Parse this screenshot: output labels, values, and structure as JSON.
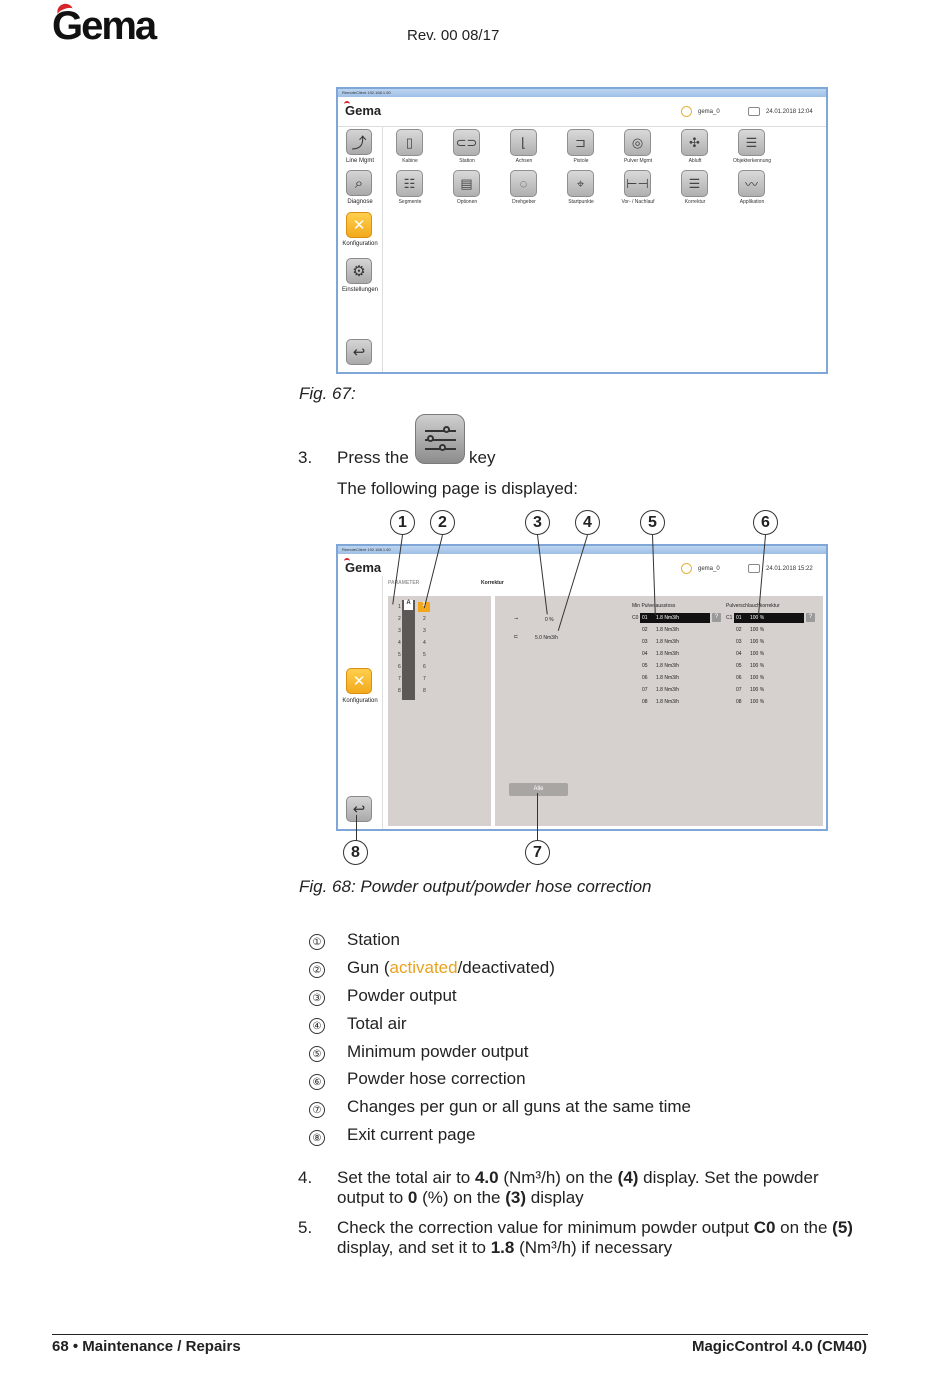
{
  "header": {
    "logo": "Gema",
    "revision": "Rev. 00  08/17"
  },
  "fig67": {
    "caption": "Fig. 67:",
    "window_title": "RemoteClient 192.168.1.50",
    "app_logo": "Gema",
    "user": "gema_0",
    "datetime": "24.01.2018 12:04",
    "sidebar": [
      "Line Mgmt",
      "Diagnose",
      "Konfiguration",
      "Einstellungen"
    ],
    "tiles_row1": [
      "Kabine",
      "Station",
      "Achsen",
      "Pistole",
      "Pulver Mgmt",
      "Abluft",
      "Objekterkennung"
    ],
    "tiles_row2": [
      "Segmente",
      "Optionen",
      "Drehgeber",
      "Startpunkte",
      "Vor- / Nachlauf",
      "Korrektur",
      "Applikation"
    ]
  },
  "step3": {
    "num": "3.",
    "text_before": "Press the",
    "text_after": "key",
    "sub": "The following page is displayed:"
  },
  "fig68": {
    "caption": "Fig. 68: Powder output/powder hose correction",
    "window_title": "RemoteClient 192.168.1.50",
    "app_logo": "Gema",
    "user": "gema_0",
    "datetime": "24.01.2018 15:22",
    "param_label": "PARAMETER",
    "tab_label": "Korrektur",
    "side_label": "Konfiguration",
    "station": "A",
    "rows": [
      "1",
      "2",
      "3",
      "4",
      "5",
      "6",
      "7",
      "8"
    ],
    "powder_output": "0 %",
    "total_air": "5.0 Nm3/h",
    "min_header": "Min Pulverausstoss",
    "hose_header": "Pulverschlauchkorrektur",
    "c0": "C0",
    "c1": "C1",
    "min_rows": [
      {
        "n": "01",
        "v": "1.8 Nm3/h"
      },
      {
        "n": "02",
        "v": "1.8 Nm3/h"
      },
      {
        "n": "03",
        "v": "1.8 Nm3/h"
      },
      {
        "n": "04",
        "v": "1.8 Nm3/h"
      },
      {
        "n": "05",
        "v": "1.8 Nm3/h"
      },
      {
        "n": "06",
        "v": "1.8 Nm3/h"
      },
      {
        "n": "07",
        "v": "1.8 Nm3/h"
      },
      {
        "n": "08",
        "v": "1.8 Nm3/h"
      }
    ],
    "hose_rows": [
      {
        "n": "01",
        "v": "100 %"
      },
      {
        "n": "02",
        "v": "100 %"
      },
      {
        "n": "03",
        "v": "100 %"
      },
      {
        "n": "04",
        "v": "100 %"
      },
      {
        "n": "05",
        "v": "100 %"
      },
      {
        "n": "06",
        "v": "100 %"
      },
      {
        "n": "07",
        "v": "100 %"
      },
      {
        "n": "08",
        "v": "100 %"
      }
    ],
    "help": "?",
    "all_button": "Alle",
    "callouts": [
      "1",
      "2",
      "3",
      "4",
      "5",
      "6",
      "7",
      "8"
    ]
  },
  "legend": [
    {
      "num": "①",
      "text": "Station"
    },
    {
      "num": "②",
      "pre": "Gun (",
      "accent": "activated",
      "post": "/deactivated)"
    },
    {
      "num": "③",
      "text": "Powder output"
    },
    {
      "num": "④",
      "text": "Total air"
    },
    {
      "num": "⑤",
      "text": "Minimum powder output"
    },
    {
      "num": "⑥",
      "text": "Powder hose correction"
    },
    {
      "num": "⑦",
      "text": "Changes per gun or all guns at the same time"
    },
    {
      "num": "⑧",
      "text": "Exit current page"
    }
  ],
  "step4": {
    "num": "4.",
    "a": "Set the total air to ",
    "b": "4.0",
    "c": " (Nm³/h) on the ",
    "d": "(4)",
    "e": " display. Set the powder",
    "f": "output to ",
    "g": "0",
    "h": " (%) on the ",
    "i": "(3)",
    "j": " display"
  },
  "step5": {
    "num": "5.",
    "a": "Check the correction value for minimum powder output ",
    "b": "C0",
    "c": " on the ",
    "d": "(5)",
    "e": "display, and set it to ",
    "f": "1.8",
    "g": " (Nm³/h) if necessary"
  },
  "footer": {
    "left": "68  •  Maintenance / Repairs",
    "right": "MagicControl 4.0 (CM40)"
  }
}
